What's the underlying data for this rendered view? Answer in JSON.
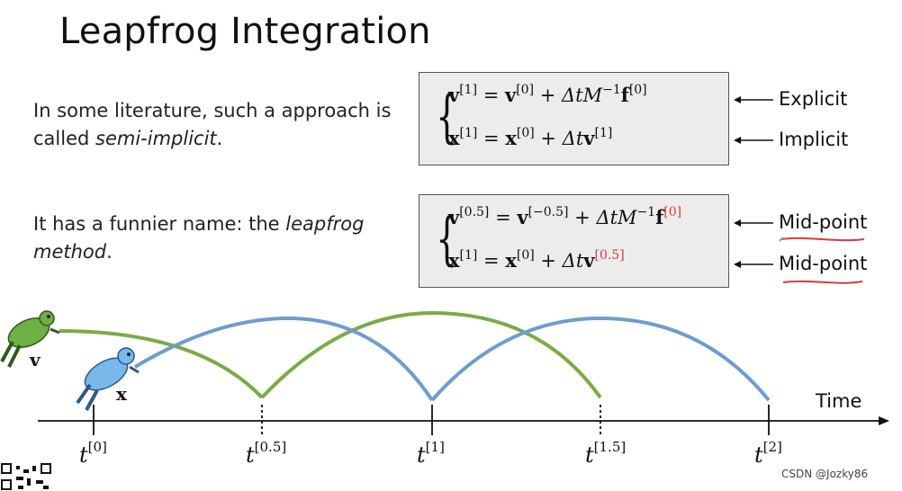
{
  "slide": {
    "title": "Leapfrog Integration",
    "note1": {
      "prefix": "In some literature, such a approach is called ",
      "emph": "semi-implicit",
      "suffix": "."
    },
    "note2": {
      "prefix": "It has a funnier name: the ",
      "emph": "leapfrog method",
      "suffix": "."
    }
  },
  "box1": {
    "eq1": {
      "lhs": "v",
      "lhs_sup": "[1]",
      "rhs_v": "v",
      "rhs_v_sup": "[0]",
      "term": "+ ΔtM",
      "minv": "−1",
      "f": "f",
      "f_sup": "[0]"
    },
    "eq2": {
      "lhs": "x",
      "lhs_sup": "[1]",
      "rhs_x": "x",
      "rhs_x_sup": "[0]",
      "term": "+ Δt",
      "v": "v",
      "v_sup": "[1]"
    },
    "tag1": "Explicit",
    "tag2": "Implicit"
  },
  "box2": {
    "eq1": {
      "lhs": "v",
      "lhs_sup": "[0.5]",
      "rhs_v": "v",
      "rhs_v_sup": "[−0.5]",
      "term": "+ ΔtM",
      "minv": "−1",
      "f": "f",
      "f_sup": "[0]"
    },
    "eq2": {
      "lhs": "x",
      "lhs_sup": "[1]",
      "rhs_x": "x",
      "rhs_x_sup": "[0]",
      "term": "+ Δt",
      "v": "v",
      "v_sup": "[0.5]"
    },
    "tag1": "Mid-point",
    "tag2": "Mid-point"
  },
  "timeline": {
    "axis_label": "Time",
    "ticks": [
      {
        "t": "t",
        "sup": "[0]"
      },
      {
        "t": "t",
        "sup": "[0.5]"
      },
      {
        "t": "t",
        "sup": "[1]"
      },
      {
        "t": "t",
        "sup": "[1.5]"
      },
      {
        "t": "t",
        "sup": "[2]"
      }
    ],
    "frog_v_label": "v",
    "frog_x_label": "x"
  },
  "colors": {
    "green_arc": "#7aab45",
    "blue_arc": "#6e9ccf",
    "highlight_red": "#d93b3b"
  },
  "watermark": "CSDN @Jozky86"
}
